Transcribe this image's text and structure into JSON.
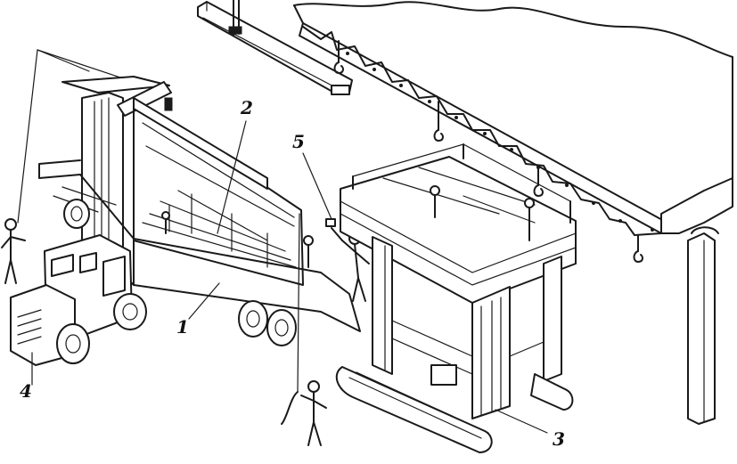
{
  "labels": {
    "l1": "1",
    "l2": "2",
    "l3": "3",
    "l4": "4",
    "l5": "5"
  },
  "colors": {
    "ink": "#1a1a1a",
    "paper": "#ffffff"
  }
}
